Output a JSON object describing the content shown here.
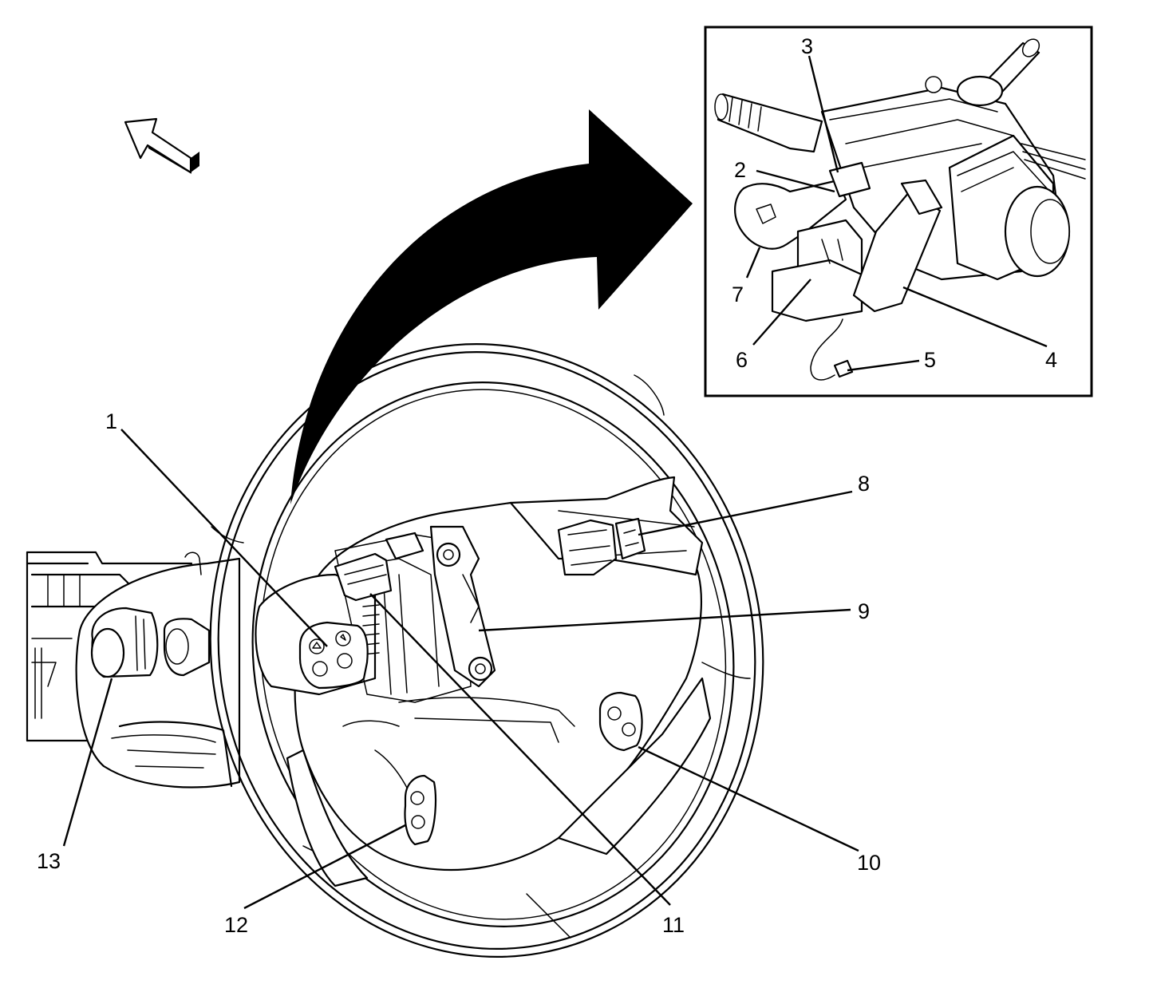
{
  "callouts": {
    "c1": "1",
    "c2": "2",
    "c3": "3",
    "c4": "4",
    "c5": "5",
    "c6": "6",
    "c7": "7",
    "c8": "8",
    "c9": "9",
    "c10": "10",
    "c11": "11",
    "c12": "12",
    "c13": "13"
  },
  "icons": {
    "direction_arrow": "front-direction-arrow-icon",
    "transition_arrow": "curved-detail-arrow-icon"
  },
  "colors": {
    "line": "#000000",
    "background": "#ffffff"
  }
}
